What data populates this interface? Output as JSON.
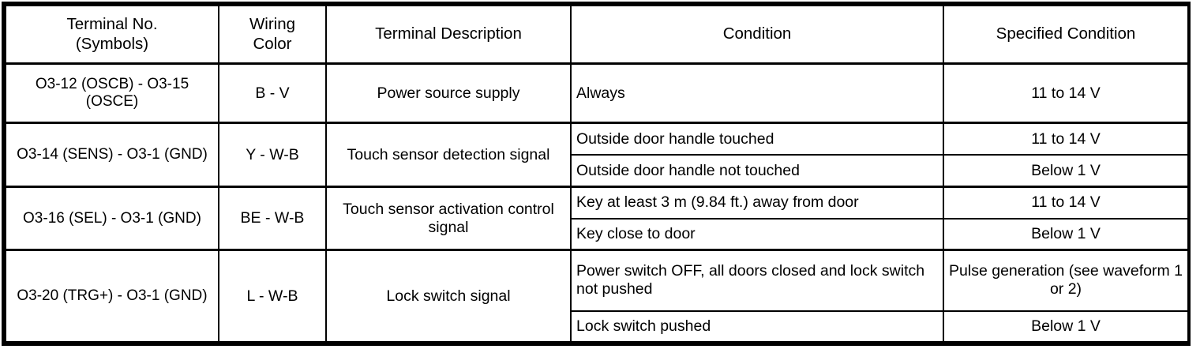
{
  "table": {
    "headers": [
      {
        "lines": [
          "Terminal No.",
          "(Symbols)"
        ]
      },
      {
        "lines": [
          "Wiring",
          "Color"
        ]
      },
      {
        "lines": [
          "Terminal Description"
        ]
      },
      {
        "lines": [
          "Condition"
        ]
      },
      {
        "lines": [
          "Specified Condition"
        ]
      }
    ],
    "rows": [
      {
        "terminal_lines": [
          "O3-12 (OSCB) - O3-15",
          "(OSCE)"
        ],
        "wiring_color": "B - V",
        "description_lines": [
          "Power source supply"
        ],
        "conditions": [
          {
            "condition": "Always",
            "specified_lines": [
              "11 to 14 V"
            ]
          }
        ]
      },
      {
        "terminal_lines": [
          "O3-14 (SENS) - O3-1",
          "(GND)"
        ],
        "wiring_color": "Y - W-B",
        "description_lines": [
          "Touch sensor detection",
          "signal"
        ],
        "conditions": [
          {
            "condition": "Outside door handle touched",
            "specified_lines": [
              "11 to 14 V"
            ]
          },
          {
            "condition": "Outside door handle not touched",
            "specified_lines": [
              "Below 1 V"
            ]
          }
        ]
      },
      {
        "terminal_lines": [
          "O3-16 (SEL) - O3-1",
          "(GND)"
        ],
        "wiring_color": "BE - W-B",
        "description_lines": [
          "Touch sensor activation",
          "control signal"
        ],
        "conditions": [
          {
            "condition": "Key at least 3 m (9.84 ft.) away from door",
            "specified_lines": [
              "11 to 14 V"
            ]
          },
          {
            "condition": "Key close to door",
            "specified_lines": [
              "Below 1 V"
            ]
          }
        ]
      },
      {
        "terminal_lines": [
          "O3-20 (TRG+) - O3-1",
          "(GND)"
        ],
        "wiring_color": "L - W-B",
        "description_lines": [
          "Lock switch signal"
        ],
        "conditions": [
          {
            "condition": "Power switch OFF, all doors closed and lock switch not pushed",
            "specified_lines": [
              "Pulse generation (see",
              "waveform 1 or 2)"
            ]
          },
          {
            "condition": "Lock switch pushed",
            "specified_lines": [
              "Below 1 V"
            ]
          }
        ]
      }
    ]
  },
  "colors": {
    "border": "#000000",
    "background": "#ffffff",
    "text": "#000000"
  }
}
